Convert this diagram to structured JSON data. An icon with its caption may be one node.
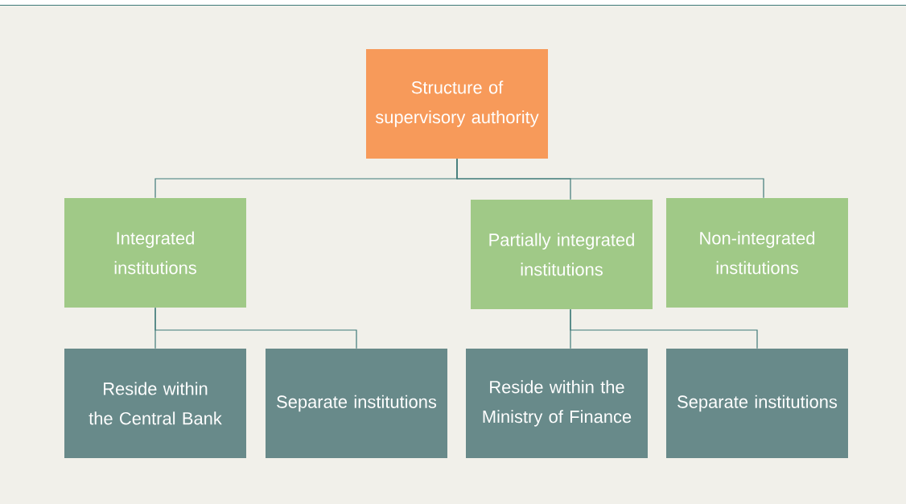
{
  "diagram": {
    "nodes": [
      {
        "text": [
          "Structure of supervisory authority"
        ]
      },
      {
        "text": [
          "Integrated institutions"
        ]
      },
      {
        "text": [
          "Partially integrated institutions"
        ]
      },
      {
        "text": [
          "Non-integrated institutions"
        ]
      },
      {
        "text": [
          "Reside within the Central Bank"
        ]
      },
      {
        "text": [
          "Separate institutions"
        ]
      },
      {
        "text": [
          "Reside within the Ministry of Finance"
        ]
      },
      {
        "text": [
          "Separate institutions"
        ]
      }
    ],
    "edges": [
      {
        "from": 0,
        "to": 1,
        "arrow": "none"
      },
      {
        "from": 0,
        "to": 2,
        "arrow": "none"
      },
      {
        "from": 0,
        "to": 3,
        "arrow": "none"
      },
      {
        "from": 1,
        "to": 4,
        "arrow": "none"
      },
      {
        "from": 1,
        "to": 5,
        "arrow": "none"
      },
      {
        "from": 2,
        "to": 6,
        "arrow": "none"
      },
      {
        "from": 2,
        "to": 7,
        "arrow": "none"
      }
    ]
  }
}
